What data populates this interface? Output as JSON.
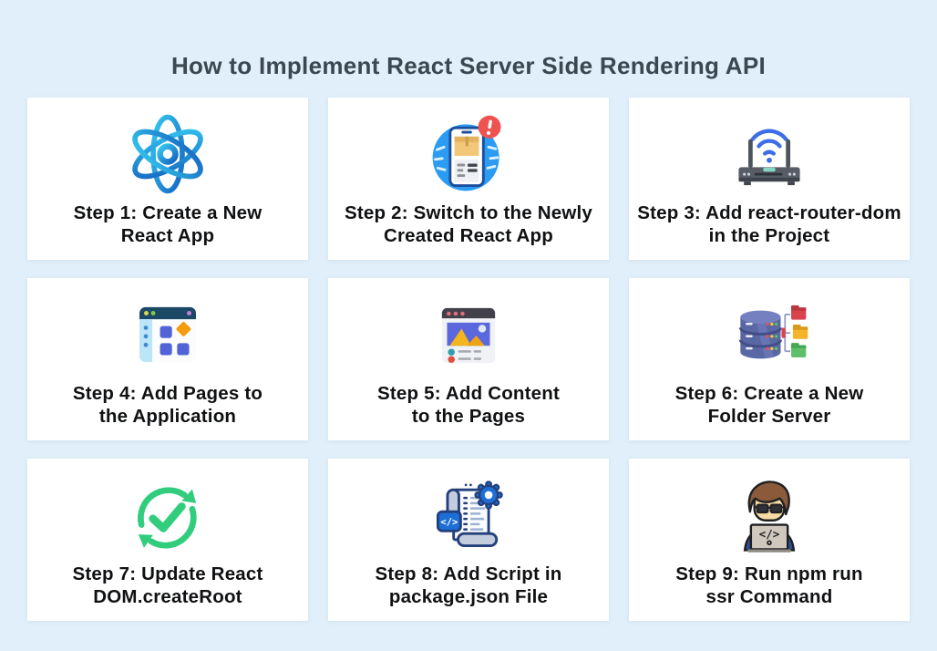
{
  "title": "How to Implement React Server Side Rendering API",
  "colors": {
    "background": "#e0eff9",
    "card": "#ffffff",
    "title_text": "#3b4751",
    "step_text": "#101113",
    "react_cyan": "#35c8f0",
    "react_blue": "#1565c0",
    "accent_blue": "#1d6fd8",
    "success_green": "#31cd7c",
    "alert_red": "#ef5350"
  },
  "steps": [
    {
      "icon": "react-atom-icon",
      "line1": "Step 1: Create a New",
      "line2": "React App"
    },
    {
      "icon": "phone-notification-icon",
      "line1": "Step 2: Switch to the Newly",
      "line2": "Created React App"
    },
    {
      "icon": "wifi-router-icon",
      "line1": "Step 3: Add react-router-dom",
      "line2": "in the Project"
    },
    {
      "icon": "browser-pages-icon",
      "line1": "Step 4: Add Pages to",
      "line2": "the Application"
    },
    {
      "icon": "browser-content-icon",
      "line1": "Step 5: Add Content",
      "line2": "to the Pages"
    },
    {
      "icon": "database-folders-icon",
      "line1": "Step 6: Create a New",
      "line2": "Folder Server"
    },
    {
      "icon": "sync-check-icon",
      "line1": "Step 7: Update React",
      "line2": "DOM.createRoot"
    },
    {
      "icon": "script-gear-icon",
      "line1": "Step 8: Add Script in",
      "line2": "package.json File"
    },
    {
      "icon": "developer-laptop-icon",
      "line1": "Step 9: Run npm run",
      "line2": "ssr Command"
    }
  ]
}
